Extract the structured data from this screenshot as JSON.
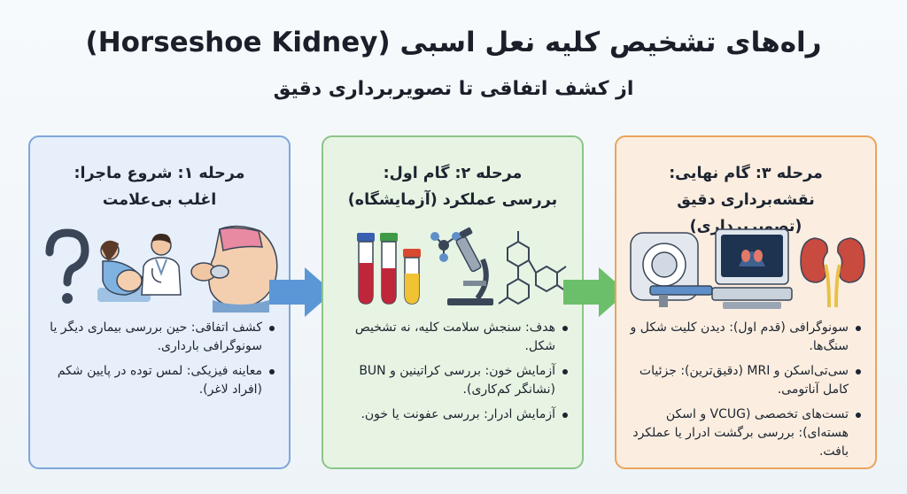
{
  "title": "راه‌های تشخیص کلیه نعل اسبی (Horseshoe Kidney)",
  "subtitle": "از کشف اتفاقی تا تصویربرداری دقیق",
  "stages": [
    {
      "title_line1": "مرحله ۱: شروع ماجرا:",
      "title_line2": "اغلب بی‌علامت",
      "bullets": [
        "کشف اتفاقی: حین بررسی بیماری دیگر یا سونوگرافی بارداری.",
        "معاینه فیزیکی: لمس توده در پایین شکم (افراد لاغر)."
      ],
      "icons": [
        "question-mark-icon",
        "pregnancy-ultrasound-icon",
        "doctor-icon",
        "abdominal-exam-icon"
      ]
    },
    {
      "title_line1": "مرحله ۲: گام اول:",
      "title_line2": "بررسی عملکرد (آزمایشگاه)",
      "bullets": [
        "هدف: سنجش سلامت کلیه، نه تشخیص شکل.",
        "آزمایش خون: بررسی کراتینین و BUN (نشانگر کم‌کاری).",
        "آزمایش ادرار: بررسی عفونت یا خون."
      ],
      "icons": [
        "test-tubes-icon",
        "molecule-icon",
        "microscope-icon",
        "chemical-structure-icon"
      ]
    },
    {
      "title_line1": "مرحله ۳: گام نهایی:",
      "title_line2": "نقشه‌برداری دقیق (تصویربرداری)",
      "bullets": [
        "سونوگرافی (قدم اول): دیدن کلیت شکل و سنگ‌ها.",
        "سی‌تی‌اسکن و MRI (دقیق‌ترین): جزئیات کامل آناتومی.",
        "تست‌های تخصصی (VCUG و اسکن هسته‌ای): بررسی برگشت ادرار یا عملکرد بافت."
      ],
      "icons": [
        "ct-scanner-icon",
        "ultrasound-monitor-icon",
        "kidneys-icon"
      ]
    }
  ],
  "colors": {
    "stage1_bg": "#e6effa",
    "stage1_border": "#7fa7d8",
    "stage2_bg": "#e7f4e3",
    "stage2_border": "#8cc48a",
    "stage3_bg": "#fbeee0",
    "stage3_border": "#eaa35c",
    "arrow1": "#5b97d6",
    "arrow2": "#6cbf6a"
  }
}
